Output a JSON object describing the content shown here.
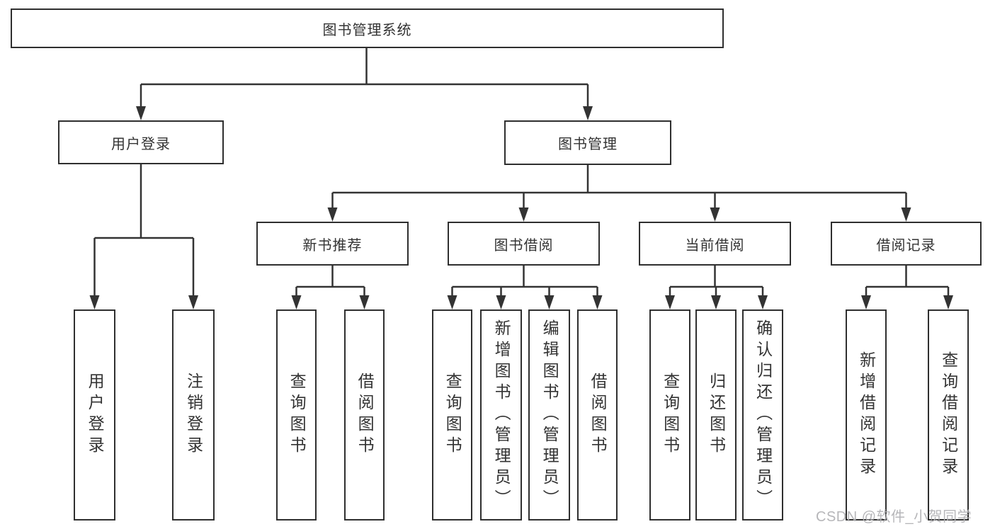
{
  "diagram": {
    "root_label": "图书管理系统",
    "branches": [
      {
        "label": "用户登录",
        "children": [
          "用户登录",
          "注销登录"
        ]
      },
      {
        "label": "图书管理",
        "groups": [
          {
            "label": "新书推荐",
            "children": [
              "查询图书",
              "借阅图书"
            ]
          },
          {
            "label": "图书借阅",
            "children": [
              "查询图书",
              "新增图书（管理员）",
              "编辑图书（管理员）",
              "借阅图书"
            ]
          },
          {
            "label": "当前借阅",
            "children": [
              "查询图书",
              "归还图书",
              "确认归还（管理员）"
            ]
          },
          {
            "label": "借阅记录",
            "children": [
              "新增借阅记录",
              "查询借阅记录"
            ]
          }
        ]
      }
    ]
  },
  "watermark": "CSDN @软件_小贺同学",
  "colors": {
    "background": "#ffffff",
    "line": "#333333",
    "box_border": "#2f2f2f",
    "text": "#333333",
    "watermark": "#b3b3b6"
  }
}
